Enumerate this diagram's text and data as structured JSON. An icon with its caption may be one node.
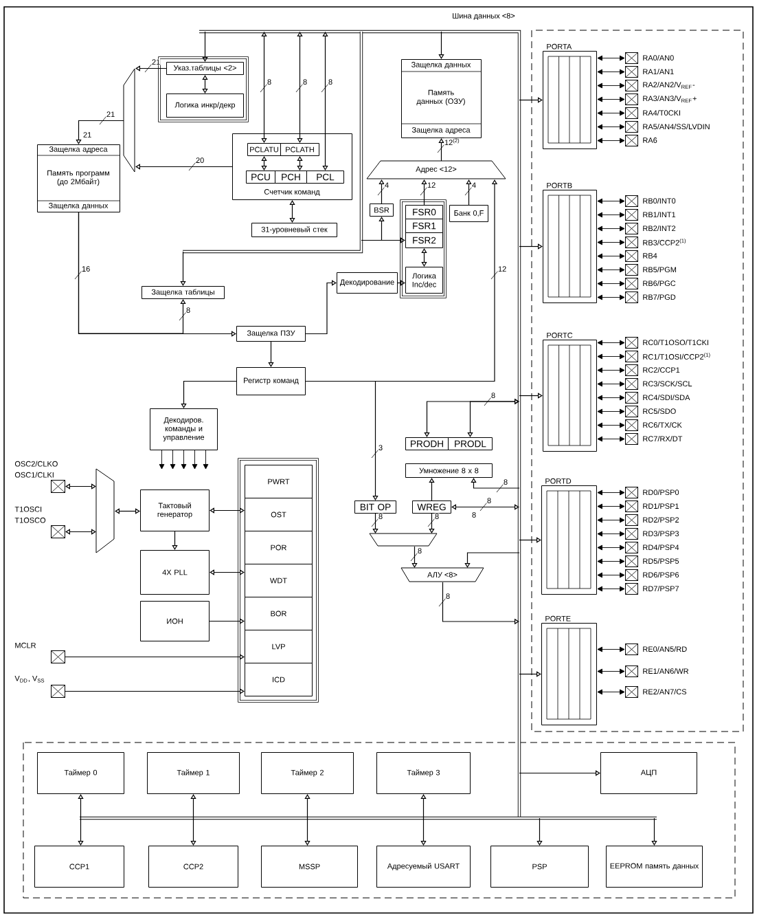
{
  "diagram": {
    "nodes": [
      {
        "text": [
          "Указ.таблицы <2>"
        ]
      },
      {
        "text": [
          "Логика инкр/декр"
        ]
      },
      {
        "text": [],
        "shape": "trapezoid"
      },
      {
        "text": [
          "Защелка адреса",
          "Память программ (до 2Мбайт)",
          "Защелка данных"
        ]
      },
      {
        "text": [
          "Счетчик команд"
        ]
      },
      {
        "text": [
          "PCLATU"
        ],
        "in": 4
      },
      {
        "text": [
          "PCLATH"
        ],
        "in": 4
      },
      {
        "text": [
          "PCU"
        ],
        "in": 4
      },
      {
        "text": [
          "PCH"
        ],
        "in": 4
      },
      {
        "text": [
          "PCL"
        ],
        "in": 4
      },
      {
        "text": [
          "31-уровневый стек"
        ]
      },
      {
        "text": [
          "Защелка данных",
          "Память данных (ОЗУ)",
          "Защелка адреса"
        ]
      },
      {
        "text": [
          "Адрес <12>"
        ]
      },
      {
        "text": [
          "BSR"
        ]
      },
      {
        "text": [
          "FSR0"
        ]
      },
      {
        "text": [
          "FSR1"
        ]
      },
      {
        "text": [
          "FSR2"
        ]
      },
      {
        "text": [
          "Логика Inc/dec"
        ]
      },
      {
        "text": [
          "Банк 0,F"
        ]
      },
      {
        "text": [
          "Декодирование"
        ]
      },
      {
        "text": [
          "Защелка таблицы"
        ]
      },
      {
        "text": [
          "Защелка ПЗУ"
        ]
      },
      {
        "text": [
          "Регистр команд"
        ]
      },
      {
        "text": [
          "Декодиров. команды и управление"
        ]
      },
      {
        "text": [
          "PRODH"
        ]
      },
      {
        "text": [
          "PRODL"
        ]
      },
      {
        "text": [
          "Умножение 8 x 8"
        ]
      },
      {
        "text": [
          "BIT OP"
        ]
      },
      {
        "text": [
          "WREG"
        ]
      },
      {
        "text": [],
        "shape": "trapezoid"
      },
      {
        "text": [
          "АЛУ <8>"
        ]
      },
      {
        "text": [],
        "shape": "box",
        "beside": [
          "OSC2/CLKO",
          "OSC1/CLKI"
        ]
      },
      {
        "text": [],
        "shape": "box",
        "beside": [
          "T1OSCI",
          "T1OSCO"
        ]
      },
      {
        "text": [],
        "shape": "trapezoid"
      },
      {
        "text": [
          "Тактовый генератор"
        ]
      },
      {
        "text": [
          "4X PLL"
        ]
      },
      {
        "text": [
          "ИОН"
        ]
      },
      {
        "text": [
          "PWRT"
        ]
      },
      {
        "text": [
          "OST"
        ]
      },
      {
        "text": [
          "POR"
        ]
      },
      {
        "text": [
          "WDT"
        ]
      },
      {
        "text": [
          "BOR"
        ]
      },
      {
        "text": [
          "LVP"
        ]
      },
      {
        "text": [
          "ICD"
        ]
      },
      {
        "text": [],
        "shape": "box",
        "beside": [
          "MCLR"
        ]
      },
      {
        "text": [],
        "shape": "box",
        "beside": [
          "V$_{DD}$, V$_{SS}$"
        ]
      },
      {
        "text": [
          "PORTA"
        ]
      },
      {
        "text": [],
        "shape": "box",
        "beside": [
          "RA0/AN0"
        ]
      },
      {
        "text": [],
        "shape": "box",
        "beside": [
          "RA1/AN1"
        ]
      },
      {
        "text": [],
        "shape": "box",
        "beside": [
          "RA2/AN2/V$_{REF}$-"
        ]
      },
      {
        "text": [],
        "shape": "box",
        "beside": [
          "RA3/AN3/V$_{REF}$+"
        ]
      },
      {
        "text": [],
        "shape": "box",
        "beside": [
          "RA4/T0CKI"
        ]
      },
      {
        "text": [],
        "shape": "box",
        "beside": [
          "RA5/AN4/SS/LVDIN"
        ]
      },
      {
        "text": [],
        "shape": "box",
        "beside": [
          "RA6"
        ]
      },
      {
        "text": [
          "PORTB"
        ]
      },
      {
        "text": [],
        "shape": "box",
        "beside": [
          "RB0/INT0"
        ]
      },
      {
        "text": [],
        "shape": "box",
        "beside": [
          "RB1/INT1"
        ]
      },
      {
        "text": [],
        "shape": "box",
        "beside": [
          "RB2/INT2"
        ]
      },
      {
        "text": [],
        "shape": "box",
        "beside": [
          "RB3/CCP2$^{(1)}$"
        ]
      },
      {
        "text": [],
        "shape": "box",
        "beside": [
          "RB4"
        ]
      },
      {
        "text": [],
        "shape": "box",
        "beside": [
          "RB5/PGM"
        ]
      },
      {
        "text": [],
        "shape": "box",
        "beside": [
          "RB6/PGC"
        ]
      },
      {
        "text": [],
        "shape": "box",
        "beside": [
          "RB7/PGD"
        ]
      },
      {
        "text": [
          "PORTC"
        ]
      },
      {
        "text": [],
        "shape": "box",
        "beside": [
          "RC0/T1OSO/T1CKI"
        ]
      },
      {
        "text": [],
        "shape": "box",
        "beside": [
          "RC1/T1OSI/CCP2$^{(1)}$"
        ]
      },
      {
        "text": [],
        "shape": "box",
        "beside": [
          "RC2/CCP1"
        ]
      },
      {
        "text": [],
        "shape": "box",
        "beside": [
          "RC3/SCK/SCL"
        ]
      },
      {
        "text": [],
        "shape": "box",
        "beside": [
          "RC4/SDI/SDA"
        ]
      },
      {
        "text": [],
        "shape": "box",
        "beside": [
          "RC5/SDO"
        ]
      },
      {
        "text": [],
        "shape": "box",
        "beside": [
          "RC6/TX/CK"
        ]
      },
      {
        "text": [],
        "shape": "box",
        "beside": [
          "RC7/RX/DT"
        ]
      },
      {
        "text": [
          "PORTD"
        ]
      },
      {
        "text": [],
        "shape": "box",
        "beside": [
          "RD0/PSP0"
        ]
      },
      {
        "text": [],
        "shape": "box",
        "beside": [
          "RD1/PSP1"
        ]
      },
      {
        "text": [],
        "shape": "box",
        "beside": [
          "RD2/PSP2"
        ]
      },
      {
        "text": [],
        "shape": "box",
        "beside": [
          "RD3/PSP3"
        ]
      },
      {
        "text": [],
        "shape": "box",
        "beside": [
          "RD4/PSP4"
        ]
      },
      {
        "text": [],
        "shape": "box",
        "beside": [
          "RD5/PSP5"
        ]
      },
      {
        "text": [],
        "shape": "box",
        "beside": [
          "RD6/PSP6"
        ]
      },
      {
        "text": [],
        "shape": "box",
        "beside": [
          "RD7/PSP7"
        ]
      },
      {
        "text": [
          "PORTE"
        ]
      },
      {
        "text": [],
        "shape": "box",
        "beside": [
          "RE0/AN5/RD"
        ]
      },
      {
        "text": [],
        "shape": "box",
        "beside": [
          "RE1/AN6/WR"
        ]
      },
      {
        "text": [],
        "shape": "box",
        "beside": [
          "RE2/AN7/CS"
        ]
      },
      {
        "text": [
          "Таймер 0"
        ]
      },
      {
        "text": [
          "Таймер 1"
        ]
      },
      {
        "text": [
          "Таймер 2"
        ]
      },
      {
        "text": [
          "Таймер 3"
        ]
      },
      {
        "text": [
          "АЦП"
        ]
      },
      {
        "text": [
          "CCP1"
        ]
      },
      {
        "text": [
          "CCP2"
        ]
      },
      {
        "text": [
          "MSSP"
        ]
      },
      {
        "text": [
          "Адресуемый USART"
        ]
      },
      {
        "text": [
          "PSP"
        ]
      },
      {
        "text": [
          "EEPROM память данных"
        ]
      }
    ],
    "edges": [
      {
        "from": null,
        "to": 0,
        "arrow": "to"
      },
      {
        "from": 0,
        "to": 1,
        "arrow": "both"
      },
      {
        "from": 0,
        "to": 2,
        "arrow": "to",
        "label": "21"
      },
      {
        "from": null,
        "to": 5,
        "arrow": "both",
        "label": "8"
      },
      {
        "from": null,
        "to": 6,
        "arrow": "both",
        "label": "8"
      },
      {
        "from": null,
        "to": 9,
        "arrow": "both",
        "label": "8"
      },
      {
        "from": 5,
        "to": 7,
        "arrow": "both"
      },
      {
        "from": 6,
        "to": 8,
        "arrow": "both"
      },
      {
        "from": 4,
        "to": 2,
        "arrow": "to",
        "label": "20"
      },
      {
        "from": 2,
        "to": 3,
        "arrow": "to",
        "label": "21"
      },
      {
        "from": 4,
        "to": 10,
        "arrow": "both"
      },
      {
        "from": null,
        "to": 11,
        "arrow": "to"
      },
      {
        "from": 12,
        "to": 11,
        "arrow": "to",
        "label": "12$^{(2)}$"
      },
      {
        "from": 13,
        "to": 12,
        "arrow": "to",
        "label": "4"
      },
      {
        "from": 14,
        "to": 12,
        "arrow": "to",
        "label": "12"
      },
      {
        "from": 18,
        "to": 12,
        "arrow": "to",
        "label": "4"
      },
      {
        "from": null,
        "to": 13,
        "arrow": "to"
      },
      {
        "from": null,
        "to": 16,
        "arrow": "to"
      },
      {
        "from": 16,
        "to": 17,
        "arrow": "both"
      },
      {
        "from": 19,
        "to": 17,
        "arrow": "to"
      },
      {
        "from": null,
        "to": 20,
        "arrow": "to"
      },
      {
        "from": 3,
        "to": 21,
        "arrow": "to",
        "label": "16"
      },
      {
        "from": 3,
        "to": 20,
        "arrow": "to",
        "label": "8"
      },
      {
        "from": 21,
        "to": 22,
        "arrow": "to"
      },
      {
        "from": 21,
        "to": 19,
        "arrow": "to"
      },
      {
        "from": 22,
        "to": 23,
        "arrow": "to"
      },
      {
        "from": 22,
        "to": 27,
        "arrow": "to",
        "label": "3"
      },
      {
        "from": 22,
        "to": 12,
        "arrow": "to",
        "label": "12"
      },
      {
        "from": 23,
        "to": null,
        "arrow": "to"
      },
      {
        "from": 23,
        "to": null,
        "arrow": "to"
      },
      {
        "from": 23,
        "to": null,
        "arrow": "to"
      },
      {
        "from": 23,
        "to": null,
        "arrow": "to"
      },
      {
        "from": 23,
        "to": null,
        "arrow": "to"
      },
      {
        "from": null,
        "to": 24,
        "arrow": "both",
        "label": "8"
      },
      {
        "from": null,
        "to": 25,
        "arrow": "both"
      },
      {
        "from": 28,
        "to": 26,
        "arrow": "to"
      },
      {
        "from": null,
        "to": 26,
        "arrow": "to",
        "label": "8"
      },
      {
        "from": null,
        "to": 28,
        "arrow": "both",
        "label": "8"
      },
      {
        "from": 27,
        "to": 29,
        "arrow": "to",
        "label": "8"
      },
      {
        "from": 28,
        "to": 29,
        "arrow": "to",
        "label": "8"
      },
      {
        "from": 29,
        "to": 30,
        "arrow": "to",
        "label": "8"
      },
      {
        "from": null,
        "to": 30,
        "arrow": "to"
      },
      {
        "from": 30,
        "to": null,
        "arrow": "to",
        "label": "8"
      },
      {
        "from": 31,
        "to": 33,
        "arrow": "both"
      },
      {
        "from": 32,
        "to": 33,
        "arrow": "both"
      },
      {
        "from": 33,
        "to": 34,
        "arrow": "both"
      },
      {
        "from": 34,
        "to": 38,
        "arrow": "both"
      },
      {
        "from": 34,
        "to": 35,
        "arrow": "to"
      },
      {
        "from": 35,
        "to": 40,
        "arrow": "both"
      },
      {
        "from": 36,
        "to": 41,
        "arrow": "to"
      },
      {
        "from": 44,
        "to": 42,
        "arrow": "to"
      },
      {
        "from": 45,
        "to": 43,
        "arrow": "to"
      },
      {
        "from": null,
        "to": 46,
        "arrow": "to"
      },
      {
        "from": null,
        "to": 54,
        "arrow": "to"
      },
      {
        "from": null,
        "to": 63,
        "arrow": "to"
      },
      {
        "from": null,
        "to": 72,
        "arrow": "to"
      },
      {
        "from": null,
        "to": 81,
        "arrow": "to"
      },
      {
        "from": 46,
        "to": 47,
        "arrow": "both"
      },
      {
        "from": 46,
        "to": 48,
        "arrow": "both"
      },
      {
        "from": 46,
        "to": 49,
        "arrow": "both"
      },
      {
        "from": 46,
        "to": 50,
        "arrow": "both"
      },
      {
        "from": 46,
        "to": 51,
        "arrow": "both"
      },
      {
        "from": 46,
        "to": 52,
        "arrow": "both"
      },
      {
        "from": 46,
        "to": 53,
        "arrow": "both"
      },
      {
        "from": 54,
        "to": 55,
        "arrow": "both"
      },
      {
        "from": 54,
        "to": 56,
        "arrow": "both"
      },
      {
        "from": 54,
        "to": 57,
        "arrow": "both"
      },
      {
        "from": 54,
        "to": 58,
        "arrow": "both"
      },
      {
        "from": 54,
        "to": 59,
        "arrow": "both"
      },
      {
        "from": 54,
        "to": 60,
        "arrow": "both"
      },
      {
        "from": 54,
        "to": 61,
        "arrow": "both"
      },
      {
        "from": 54,
        "to": 62,
        "arrow": "both"
      },
      {
        "from": 63,
        "to": 64,
        "arrow": "both"
      },
      {
        "from": 63,
        "to": 65,
        "arrow": "both"
      },
      {
        "from": 63,
        "to": 66,
        "arrow": "both"
      },
      {
        "from": 63,
        "to": 67,
        "arrow": "both"
      },
      {
        "from": 63,
        "to": 68,
        "arrow": "both"
      },
      {
        "from": 63,
        "to": 69,
        "arrow": "both"
      },
      {
        "from": 63,
        "to": 70,
        "arrow": "both"
      },
      {
        "from": 63,
        "to": 71,
        "arrow": "both"
      },
      {
        "from": 72,
        "to": 73,
        "arrow": "both"
      },
      {
        "from": 72,
        "to": 74,
        "arrow": "both"
      },
      {
        "from": 72,
        "to": 75,
        "arrow": "both"
      },
      {
        "from": 72,
        "to": 76,
        "arrow": "both"
      },
      {
        "from": 72,
        "to": 77,
        "arrow": "both"
      },
      {
        "from": 72,
        "to": 78,
        "arrow": "both"
      },
      {
        "from": 72,
        "to": 79,
        "arrow": "both"
      },
      {
        "from": 72,
        "to": 80,
        "arrow": "both"
      },
      {
        "from": 81,
        "to": 82,
        "arrow": "both"
      },
      {
        "from": 81,
        "to": 83,
        "arrow": "both"
      },
      {
        "from": 81,
        "to": 84,
        "arrow": "both"
      },
      {
        "from": null,
        "to": 89,
        "arrow": "to"
      },
      {
        "from": 85,
        "to": 90,
        "arrow": "both"
      },
      {
        "from": 86,
        "to": 91,
        "arrow": "both"
      },
      {
        "from": 87,
        "to": 92,
        "arrow": "both"
      },
      {
        "from": 88,
        "to": 93,
        "arrow": "both"
      },
      {
        "from": null,
        "to": 94,
        "arrow": "to"
      },
      {
        "from": null,
        "to": 95,
        "arrow": "to"
      }
    ],
    "labels": [
      "Шина данных <8>",
      "21",
      "8"
    ]
  }
}
